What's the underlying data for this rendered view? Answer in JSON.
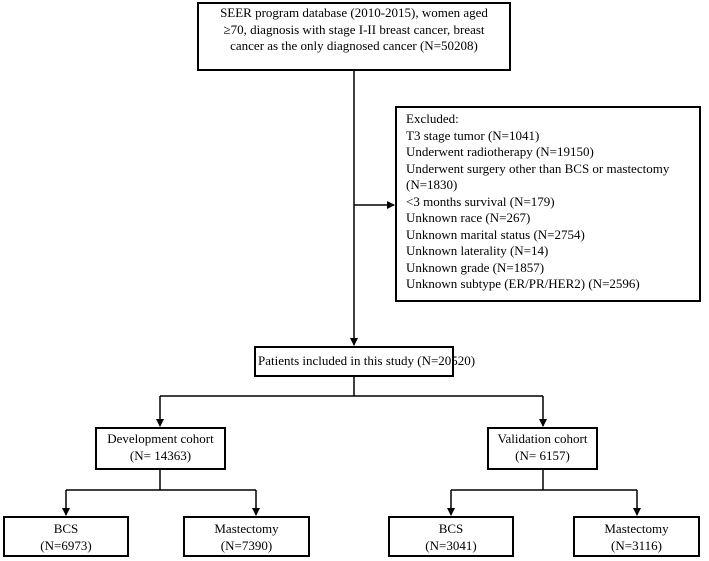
{
  "source": {
    "lines": [
      "SEER program database (2010-2015), women aged",
      "≥70, diagnosis with stage I-II breast cancer, breast",
      "cancer as the only diagnosed cancer (N=50208)"
    ]
  },
  "excluded": {
    "title": "Excluded:",
    "items": [
      "T3 stage tumor (N=1041)",
      "Underwent radiotherapy (N=19150)",
      "Underwent surgery other than BCS or mastectomy",
      "(N=1830)",
      "<3 months survival (N=179)",
      "Unknown race (N=267)",
      "Unknown marital status (N=2754)",
      "Unknown laterality (N=14)",
      "Unknown grade (N=1857)",
      "Unknown subtype (ER/PR/HER2) (N=2596)"
    ]
  },
  "included": {
    "label": "Patients included in this study (N=20520)"
  },
  "development": {
    "label": "Development cohort",
    "count": "(N= 14363)",
    "bcs": {
      "label": "BCS",
      "count": "(N=6973)"
    },
    "mastectomy": {
      "label": "Mastectomy",
      "count": "(N=7390)"
    }
  },
  "validation": {
    "label": "Validation cohort",
    "count": "(N= 6157)",
    "bcs": {
      "label": "BCS",
      "count": "(N=3041)"
    },
    "mastectomy": {
      "label": "Mastectomy",
      "count": "(N=3116)"
    }
  }
}
